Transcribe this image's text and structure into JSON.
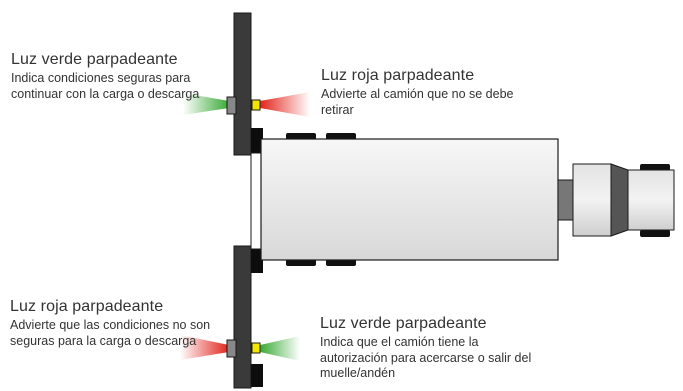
{
  "callouts": {
    "top_left": {
      "title": "Luz verde parpadeante",
      "description": "Indica condiciones seguras para continuar con la carga o descarga"
    },
    "top_right": {
      "title": "Luz roja parpadeante",
      "description": "Advierte al camión que no se debe retirar"
    },
    "bottom_left": {
      "title": "Luz roja parpadeante",
      "description": "Advierte que las condiciones no son seguras para la carga o descarga"
    },
    "bottom_right": {
      "title": "Luz verde parpadeante",
      "description": "Indica que el camión tiene la autorización para acercarse o salir del muelle/andén"
    }
  },
  "colors": {
    "green_light": "#39a935",
    "red_light": "#e2231a",
    "lamp_yellow": "#f2e600",
    "wall_dark": "#3a3a3a",
    "truck_body": "#e6e6e6",
    "outline": "#1a1a1a"
  }
}
